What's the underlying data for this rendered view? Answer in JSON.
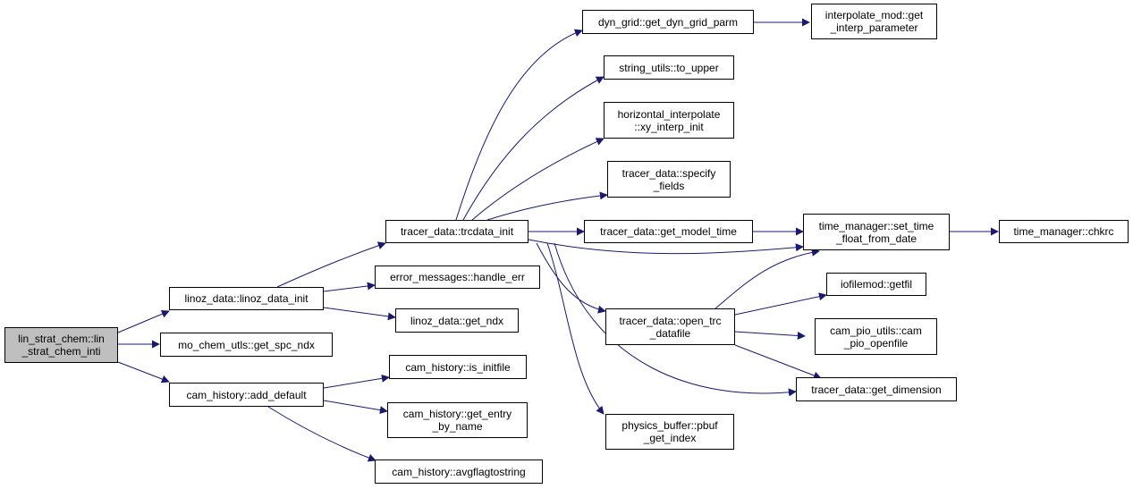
{
  "colors": {
    "edge": "#191970",
    "root_fill": "#bfbfbf",
    "node_fill": "#ffffff",
    "node_border": "#000000"
  },
  "nodes": {
    "root": "lin_strat_chem::lin\n_strat_chem_inti",
    "linoz_init": "linoz_data::linoz_data_init",
    "mo_chem": "mo_chem_utls::get_spc_ndx",
    "cam_add": "cam_history::add_default",
    "trcdata": "tracer_data::trcdata_init",
    "err": "error_messages::handle_err",
    "linoz_ndx": "linoz_data::get_ndx",
    "initfile": "cam_history::is_initfile",
    "entry": "cam_history::get_entry\n_by_name",
    "avgflag": "cam_history::avgflagtostring",
    "dyngrid": "dyn_grid::get_dyn_grid_parm",
    "upper": "string_utils::to_upper",
    "horiz": "horizontal_interpolate\n::xy_interp_init",
    "specify": "tracer_data::specify\n_fields",
    "modeltime": "tracer_data::get_model_time",
    "opentrc": "tracer_data::open_trc\n_datafile",
    "pbuf": "physics_buffer::pbuf\n_get_index",
    "interp": "interpolate_mod::get\n_interp_parameter",
    "settime": "time_manager::set_time\n_float_from_date",
    "getfil": "iofilemod::getfil",
    "pio": "cam_pio_utils::cam\n_pio_openfile",
    "getdim": "tracer_data::get_dimension",
    "chkrc": "time_manager::chkrc"
  }
}
